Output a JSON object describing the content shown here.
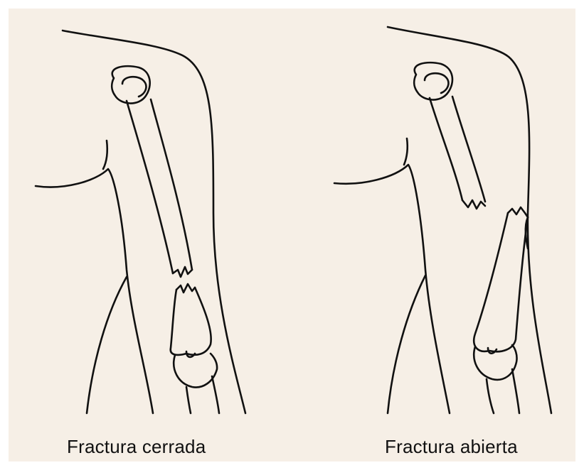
{
  "figures": [
    {
      "id": "closed",
      "caption": "Fractura cerrada"
    },
    {
      "id": "open",
      "caption": "Fractura abierta"
    }
  ],
  "colors": {
    "background": "#f6efe6",
    "ink": "#111111"
  }
}
